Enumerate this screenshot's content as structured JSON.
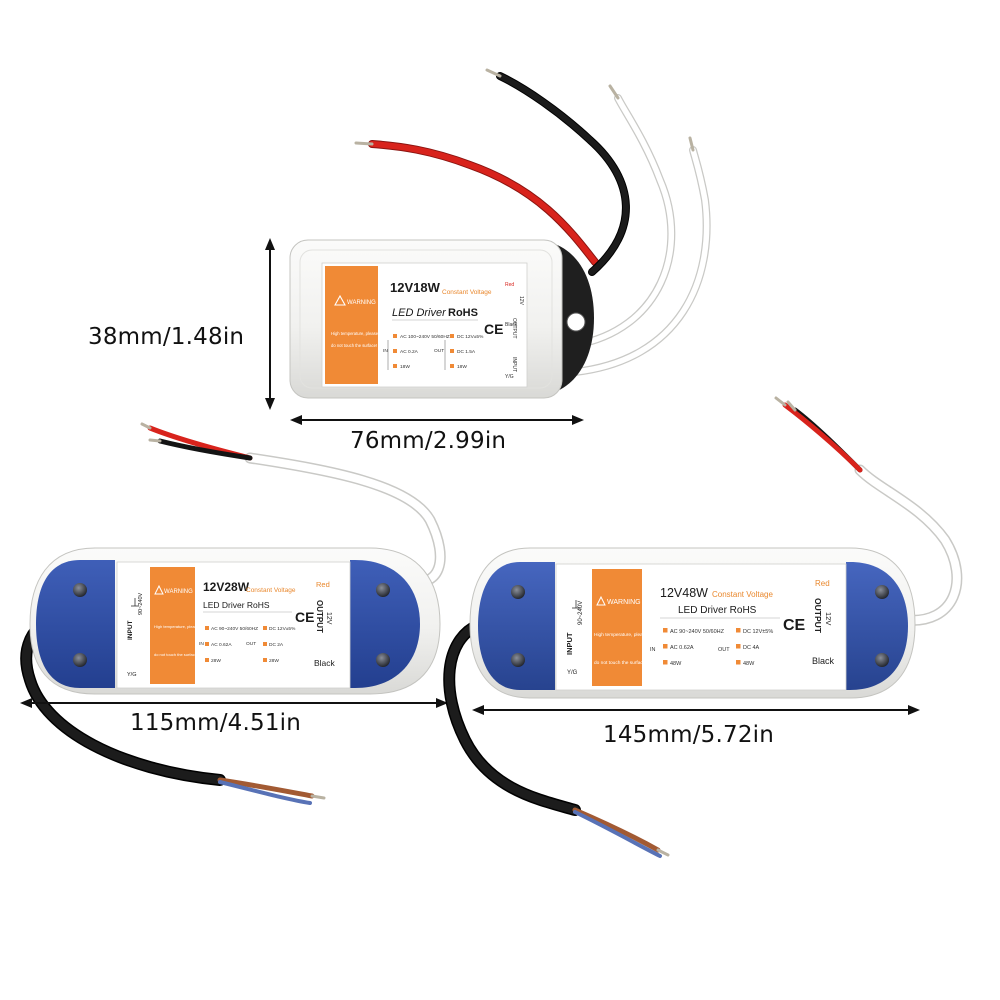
{
  "colors": {
    "label_orange": "#f08a36",
    "label_accent": "#e9882e",
    "case_white": "#f3f3f1",
    "cap_blue": "#2f4fa8",
    "wire_red": "#d8231c",
    "wire_black": "#111111",
    "wire_brown": "#a25a33",
    "wire_blue": "#5872b6"
  },
  "icons": [
    "warning-triangle-icon",
    "ce-mark-icon",
    "ground-symbol-icon",
    "screw-icon"
  ],
  "dimensions": {
    "small_height": "38mm/1.48in",
    "small_width": "76mm/2.99in",
    "medium_width": "115mm/4.51in",
    "large_width": "145mm/5.72in"
  },
  "drivers": {
    "w18": {
      "warning": "WARNING",
      "warning_note_1": "High temperature, please",
      "warning_note_2": "do not touch the surface!",
      "model": "12V18W",
      "mode": "Constant Voltage",
      "product": "LED Driver",
      "rohs": "RoHS",
      "in_label": "IN",
      "out_label": "OUT",
      "in_voltage": "AC 100~240V 50/60HZ",
      "in_current": "AC 0.2A",
      "in_power": "18W",
      "out_voltage": "DC 12V±5%",
      "out_current": "DC 1.5A",
      "out_power": "18W",
      "output_label": "OUTPUT",
      "output_voltage": "12V",
      "red_label": "Red",
      "black_label": "Black",
      "input_label": "INPUT",
      "ground_label": "Y/G"
    },
    "w28": {
      "warning": "WARNING",
      "warning_note_1": "High temperature, please",
      "warning_note_2": "do not touch the surface!",
      "model": "12V28W",
      "mode": "Constant Voltage",
      "product": "LED Driver RoHS",
      "in_label": "IN",
      "out_label": "OUT",
      "in_voltage": "AC 90~240V 50/60HZ",
      "in_current": "AC 0.62A",
      "in_power": "28W",
      "out_voltage": "DC 12V±5%",
      "out_current": "DC 2A",
      "out_power": "28W",
      "output_label": "OUTPUT",
      "output_voltage": "12V",
      "red_label": "Red",
      "black_label": "Black",
      "input_label": "INPUT",
      "input_range": "90~240V",
      "ground_label": "Y/G"
    },
    "w48": {
      "warning": "WARNING",
      "warning_note_1": "High temperature, please",
      "warning_note_2": "do not touch the surface!",
      "model": "12V48W",
      "mode": "Constant Voltage",
      "product": "LED Driver RoHS",
      "in_label": "IN",
      "out_label": "OUT",
      "in_voltage": "AC 90~240V 50/60HZ",
      "in_current": "AC 0.62A",
      "in_power": "48W",
      "out_voltage": "DC 12V±5%",
      "out_current": "DC 4A",
      "out_power": "48W",
      "output_label": "OUTPUT",
      "output_voltage": "12V",
      "red_label": "Red",
      "black_label": "Black",
      "input_label": "INPUT",
      "input_range": "90~240V",
      "ground_label": "Y/G"
    }
  }
}
